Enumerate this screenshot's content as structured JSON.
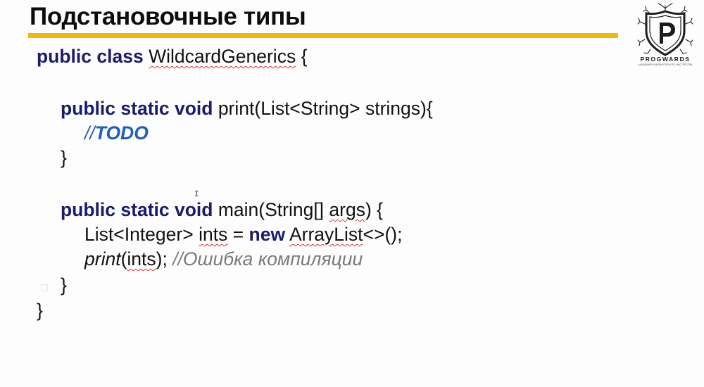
{
  "slide": {
    "title": "Подстановочные типы",
    "accent_color": "#f0b80e"
  },
  "logo": {
    "icon": "progwards-shield-logo-icon",
    "name": "PROGWARDS",
    "tagline": "АКАДЕМИЯ КОМПЬЮТЕРНОГО МАСТЕРСТВА"
  },
  "code": {
    "l1_kw": "public class",
    "l1_name": "WildcardGenerics",
    "l1_brace": " {",
    "l2_kw": "public static void",
    "l2_rest": " print(List<String> strings){",
    "l3_slashes": "//",
    "l3_todo": "TODO",
    "l4_brace": "}",
    "l5_kw1": "public static ",
    "l5_kw2": "void",
    "l5_rest": " main(String[] ",
    "l5_args": "args",
    "l5_end": ") {",
    "l6_a": "List<Integer> ",
    "l6_ints": "ints",
    "l6_b": " = ",
    "l6_new": "new",
    "l6_c": " ",
    "l6_arraylist": "ArrayList",
    "l6_d": "<>();",
    "l7_print": "print",
    "l7_open": "(",
    "l7_ints": "ints",
    "l7_close": ");",
    "l7_comment": " //Ошибка компиляции",
    "l8_brace": "}",
    "l9_brace": "}"
  },
  "cursor_glyph": "I"
}
